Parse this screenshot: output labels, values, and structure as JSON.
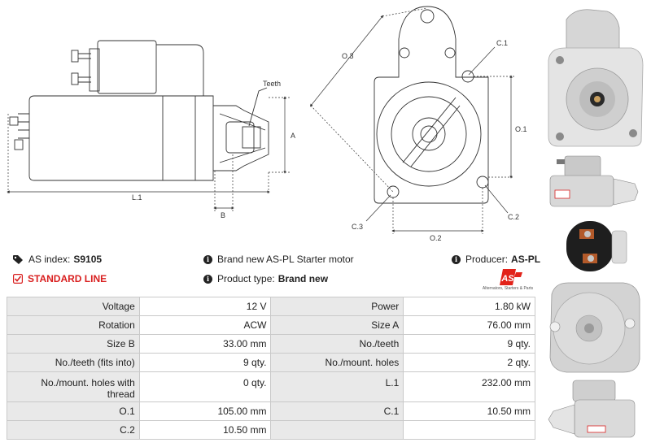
{
  "drawing": {
    "labels": {
      "teeth": "Teeth",
      "a": "A",
      "b": "B",
      "l1": "L.1",
      "o3": "O.3",
      "c1": "C.1",
      "o1": "O.1",
      "c2": "C.2",
      "c3": "C.3",
      "o2": "O.2"
    }
  },
  "info": {
    "as_index_label": "AS index:",
    "as_index_value": "S9105",
    "line_label": "STANDARD LINE",
    "description": "Brand new AS-PL Starter motor",
    "product_type_label": "Product type:",
    "product_type_value": "Brand new",
    "producer_label": "Producer:",
    "producer_value": "AS-PL"
  },
  "logo": {
    "mark": "AS",
    "tagline": "Alternators, Starters & Parts",
    "color": "#e2231a"
  },
  "specs": {
    "rows": [
      {
        "l1": "Voltage",
        "v1": "12 V",
        "l2": "Power",
        "v2": "1.80 kW"
      },
      {
        "l1": "Rotation",
        "v1": "ACW",
        "l2": "Size A",
        "v2": "76.00 mm"
      },
      {
        "l1": "Size B",
        "v1": "33.00 mm",
        "l2": "No./teeth",
        "v2": "9 qty."
      },
      {
        "l1": "No./teeth (fits into)",
        "v1": "9 qty.",
        "l2": "No./mount. holes",
        "v2": "2 qty."
      },
      {
        "l1": "No./mount. holes with thread",
        "v1": "0 qty.",
        "l2": "L.1",
        "v2": "232.00 mm"
      },
      {
        "l1": "O.1",
        "v1": "105.00 mm",
        "l2": "C.1",
        "v2": "10.50 mm"
      },
      {
        "l1": "C.2",
        "v1": "10.50 mm",
        "l2": "",
        "v2": ""
      }
    ]
  },
  "icons": {
    "tag": "tag-icon",
    "check": "check-square-icon",
    "info": "info-circle-icon"
  }
}
